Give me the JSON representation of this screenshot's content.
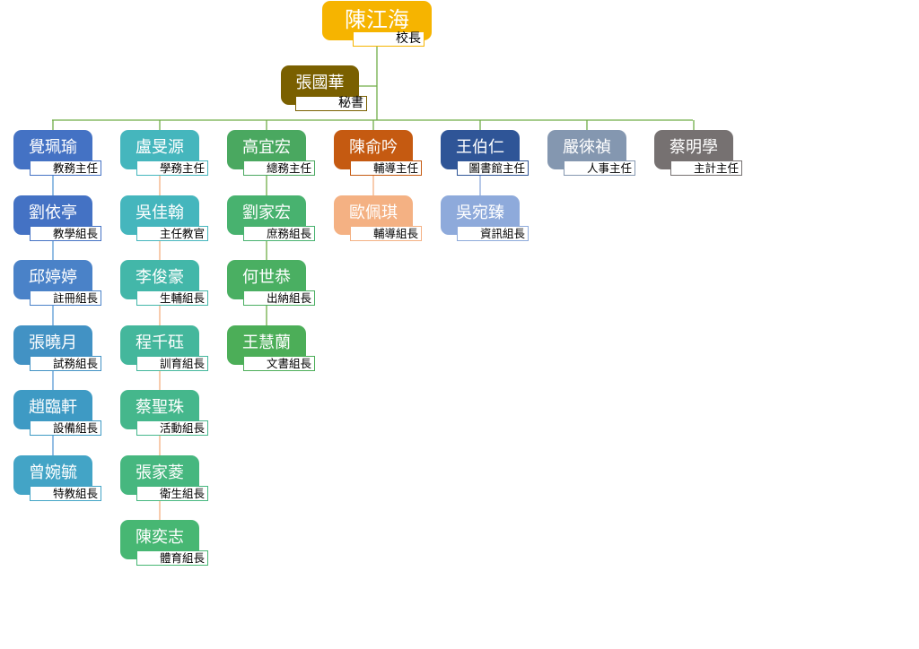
{
  "colors": {
    "principal": "#f6b400",
    "secretary": "#7a6000",
    "academic": "#4472c4",
    "student": "#45b6bd",
    "general": "#4aa860",
    "counsel": "#c55a11",
    "library": "#2f5597",
    "personnel": "#8497b0",
    "accounting": "#767171",
    "connector": "#70ad47"
  },
  "principal": {
    "name": "陳江海",
    "title": "校長"
  },
  "secretary": {
    "name": "張國華",
    "title": "秘書"
  },
  "departments": [
    {
      "name": "覺珮瑜",
      "title": "教務主任",
      "members": [
        {
          "name": "劉依亭",
          "title": "教學組長"
        },
        {
          "name": "邱婷婷",
          "title": "註冊組長"
        },
        {
          "name": "張曉月",
          "title": "試務組長"
        },
        {
          "name": "趙臨軒",
          "title": "設備組長"
        },
        {
          "name": "曾婉毓",
          "title": "特教組長"
        }
      ]
    },
    {
      "name": "盧旻源",
      "title": "學務主任",
      "members": [
        {
          "name": "吳佳翰",
          "title": "主任教官"
        },
        {
          "name": "李俊豪",
          "title": "生輔組長"
        },
        {
          "name": "程千砡",
          "title": "訓育組長"
        },
        {
          "name": "蔡聖珠",
          "title": "活動組長"
        },
        {
          "name": "張家菱",
          "title": "衛生組長"
        },
        {
          "name": "陳奕志",
          "title": "體育組長"
        }
      ]
    },
    {
      "name": "高宜宏",
      "title": "總務主任",
      "members": [
        {
          "name": "劉家宏",
          "title": "庶務組長"
        },
        {
          "name": "何世恭",
          "title": "出納組長"
        },
        {
          "name": "王慧蘭",
          "title": "文書組長"
        }
      ]
    },
    {
      "name": "陳俞吟",
      "title": "輔導主任",
      "members": [
        {
          "name": "歐佩琪",
          "title": "輔導組長"
        }
      ]
    },
    {
      "name": "王伯仁",
      "title": "圖書館主任",
      "members": [
        {
          "name": "吳宛臻",
          "title": "資訊組長"
        }
      ]
    },
    {
      "name": "嚴徠禎",
      "title": "人事主任",
      "members": []
    },
    {
      "name": "蔡明學",
      "title": "主計主任",
      "members": []
    }
  ]
}
